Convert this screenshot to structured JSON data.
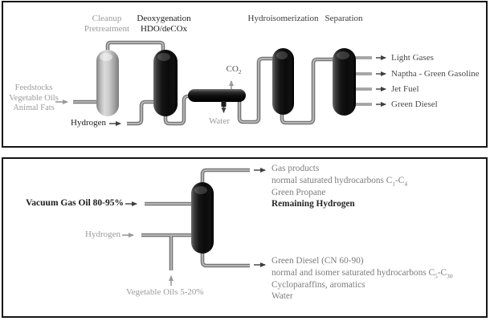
{
  "top_panel": {
    "stages": {
      "cleanup": {
        "line1": "Cleanup",
        "line2": "Pretreatment"
      },
      "deoxygenation": {
        "line1": "Deoxygenation",
        "line2": "HDO/deCOx"
      },
      "hydroisomerization": "Hydroisomerization",
      "separation": "Separation"
    },
    "feedstocks": {
      "line1": "Feedstocks",
      "line2": "Vegetable Oils",
      "line3": "Animal Fats"
    },
    "hydrogen": "Hydrogen",
    "co2": {
      "base": "CO",
      "sub": "2"
    },
    "water": "Water",
    "outputs": [
      "Light Gases",
      "Naptha - Green Gasoline",
      "Jet Fuel",
      "Green Diesel"
    ]
  },
  "bottom_panel": {
    "vacuum_gas_oil": "Vacuum Gas Oil 80-95%",
    "hydrogen": "Hydrogen",
    "vegetable_oils": "Vegetable Oils 5-20%",
    "gas_products": {
      "title": "Gas products",
      "hydrocarbons": {
        "pre": "normal saturated hydrocarbons C",
        "sub1": "1",
        "mid": "-C",
        "sub2": "4"
      },
      "line2": "Green Propane",
      "line3": "Remaining Hydrogen"
    },
    "green_diesel": {
      "title": "Green Diesel (CN 60-90)",
      "hydrocarbons": {
        "pre": "normal and isomer saturated hydrocarbons C",
        "sub1": "5",
        "mid": "-C",
        "sub2": "30"
      },
      "line2": "Cycloparaffins, aromatics",
      "line3": "Water"
    }
  },
  "colors": {
    "panel_border": "#151515",
    "pipe_gray": "#757575",
    "pipe_highlight": "#bdbdbd",
    "vessel_dark": "#0b0b0b",
    "vessel_light": "#d6d6d6",
    "text_light_gray": "#9b9b9b",
    "text_dark": "#1b1b1b",
    "text_medium": "#4a4a4a",
    "text_block_gray": "#7d7d7d"
  }
}
